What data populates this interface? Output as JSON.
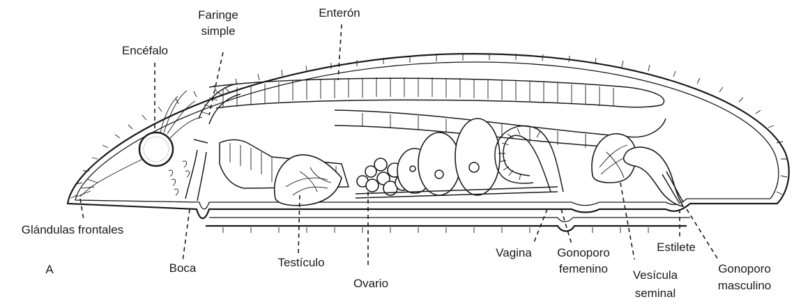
{
  "figure_letter": "A",
  "labels": {
    "faringe_line1": "Faringe",
    "faringe_line2": "simple",
    "enteron": "Enterón",
    "encefalo": "Encéfalo",
    "glandulas": "Glándulas frontales",
    "boca": "Boca",
    "testiculo": "Testículo",
    "ovario": "Ovario",
    "vagina": "Vagina",
    "gonoporo_fem_line1": "Gonoporo",
    "gonoporo_fem_line2": "femenino",
    "vesicula_line1": "Vesícula",
    "vesicula_line2": "seminal",
    "estilete": "Estilete",
    "gonoporo_masc_line1": "Gonoporo",
    "gonoporo_masc_line2": "masculino"
  },
  "colors": {
    "ink": "#1a1a1a",
    "background": "#ffffff"
  }
}
